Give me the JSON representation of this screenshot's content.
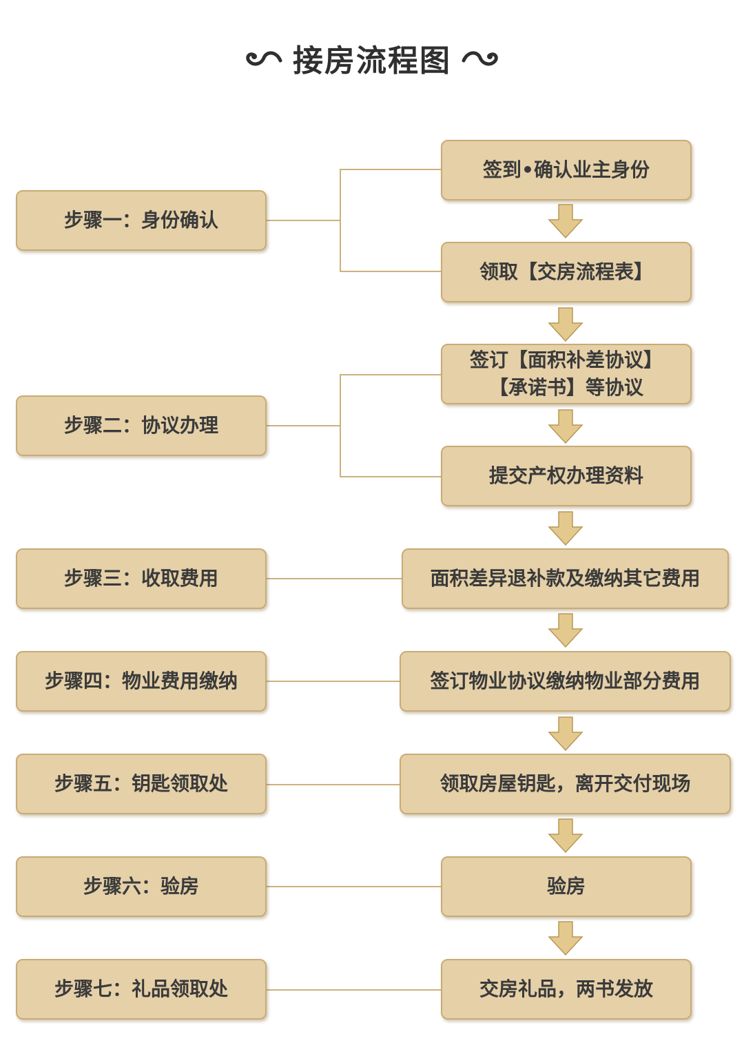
{
  "title": "接房流程图",
  "steps": [
    {
      "label": "步骤一：身份确认"
    },
    {
      "label": "步骤二：协议办理"
    },
    {
      "label": "步骤三：收取费用"
    },
    {
      "label": "步骤四：物业费用缴纳"
    },
    {
      "label": "步骤五：钥匙领取处"
    },
    {
      "label": "步骤六：验房"
    },
    {
      "label": "步骤七：礼品领取处"
    }
  ],
  "actions": [
    {
      "lines": [
        "签到•确认业主身份"
      ]
    },
    {
      "lines": [
        "领取【交房流程表】"
      ]
    },
    {
      "lines": [
        "签订【面积补差协议】",
        "【承诺书】等协议"
      ]
    },
    {
      "lines": [
        "提交产权办理资料"
      ]
    },
    {
      "lines": [
        "面积差异退补款及缴纳其它费用"
      ]
    },
    {
      "lines": [
        "签订物业协议缴纳物业部分费用"
      ]
    },
    {
      "lines": [
        "领取房屋钥匙，离开交付现场"
      ]
    },
    {
      "lines": [
        "验房"
      ]
    },
    {
      "lines": [
        "交房礼品，两书发放"
      ]
    }
  ],
  "colors": {
    "box_fill": "#e5d0a8",
    "box_border": "#c9ab74",
    "connector": "#cdb17e",
    "arrow": "#e3c98e",
    "text": "#3a3a3a"
  }
}
